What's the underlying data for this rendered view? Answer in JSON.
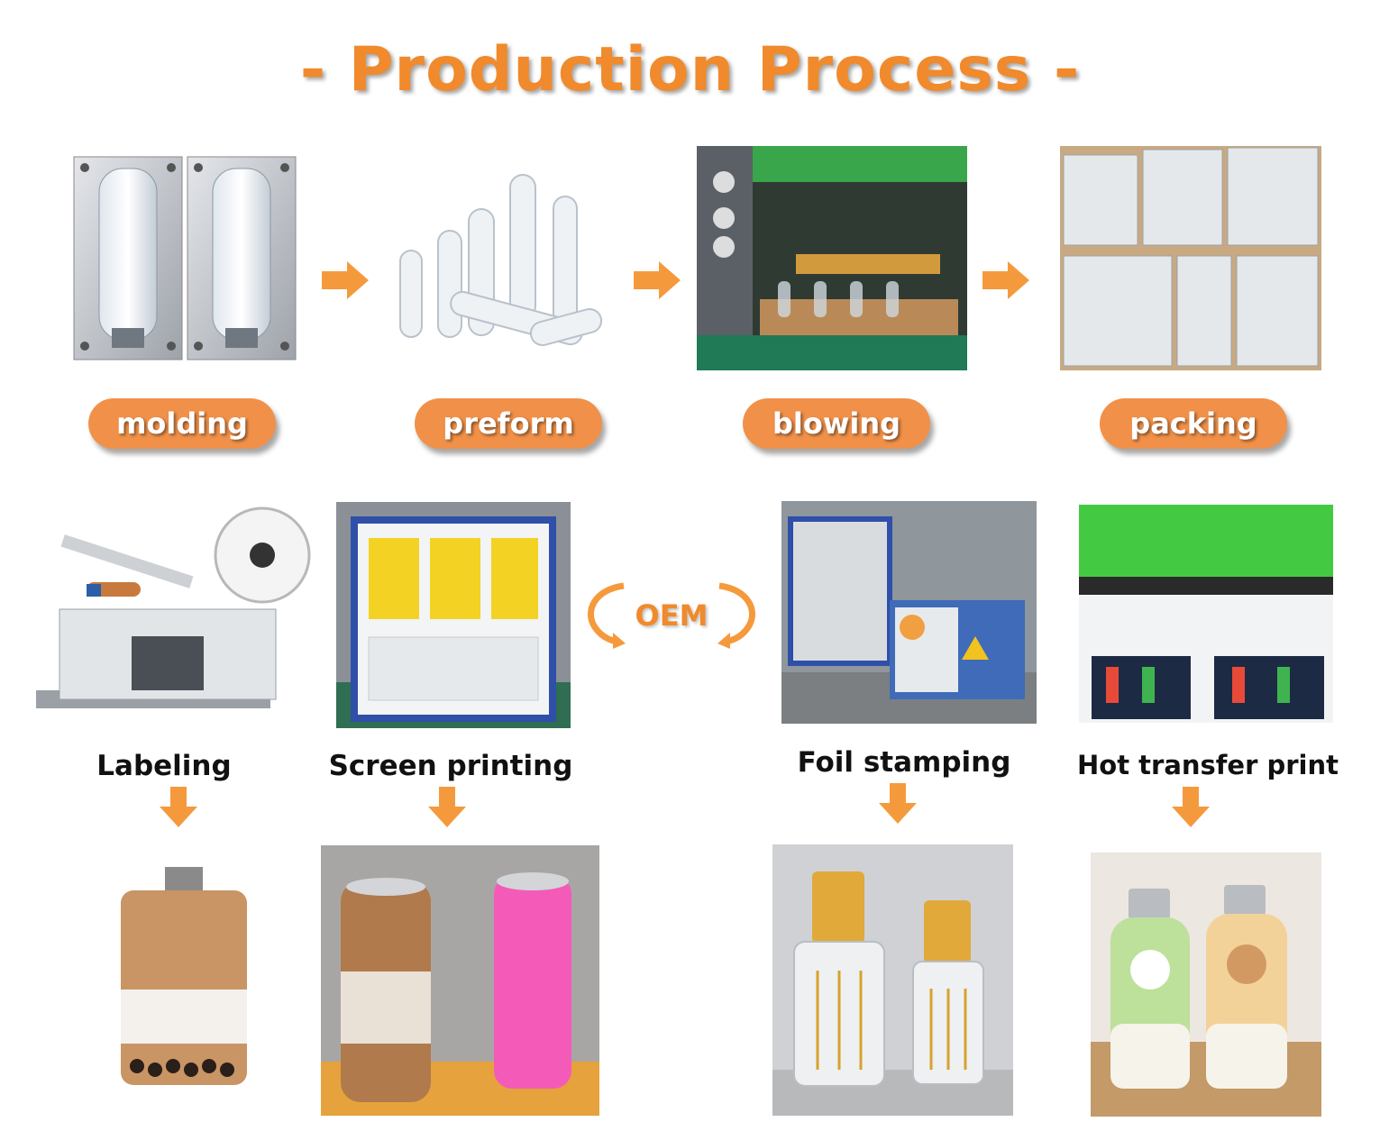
{
  "title": "- Production Process -",
  "steps": [
    {
      "label": "molding"
    },
    {
      "label": "preform"
    },
    {
      "label": "blowing"
    },
    {
      "label": "packing"
    }
  ],
  "oem": "OEM",
  "decorations": [
    {
      "label": "Labeling"
    },
    {
      "label": "Screen printing"
    },
    {
      "label": "Foil stamping"
    },
    {
      "label": "Hot transfer print"
    }
  ],
  "colors": {
    "accent": "#f08a2c",
    "pill": "#f19149",
    "arrow": "#f59a3c"
  },
  "icons": [
    "arrow-right-icon",
    "arrow-down-icon",
    "cycle-arrows-icon"
  ]
}
